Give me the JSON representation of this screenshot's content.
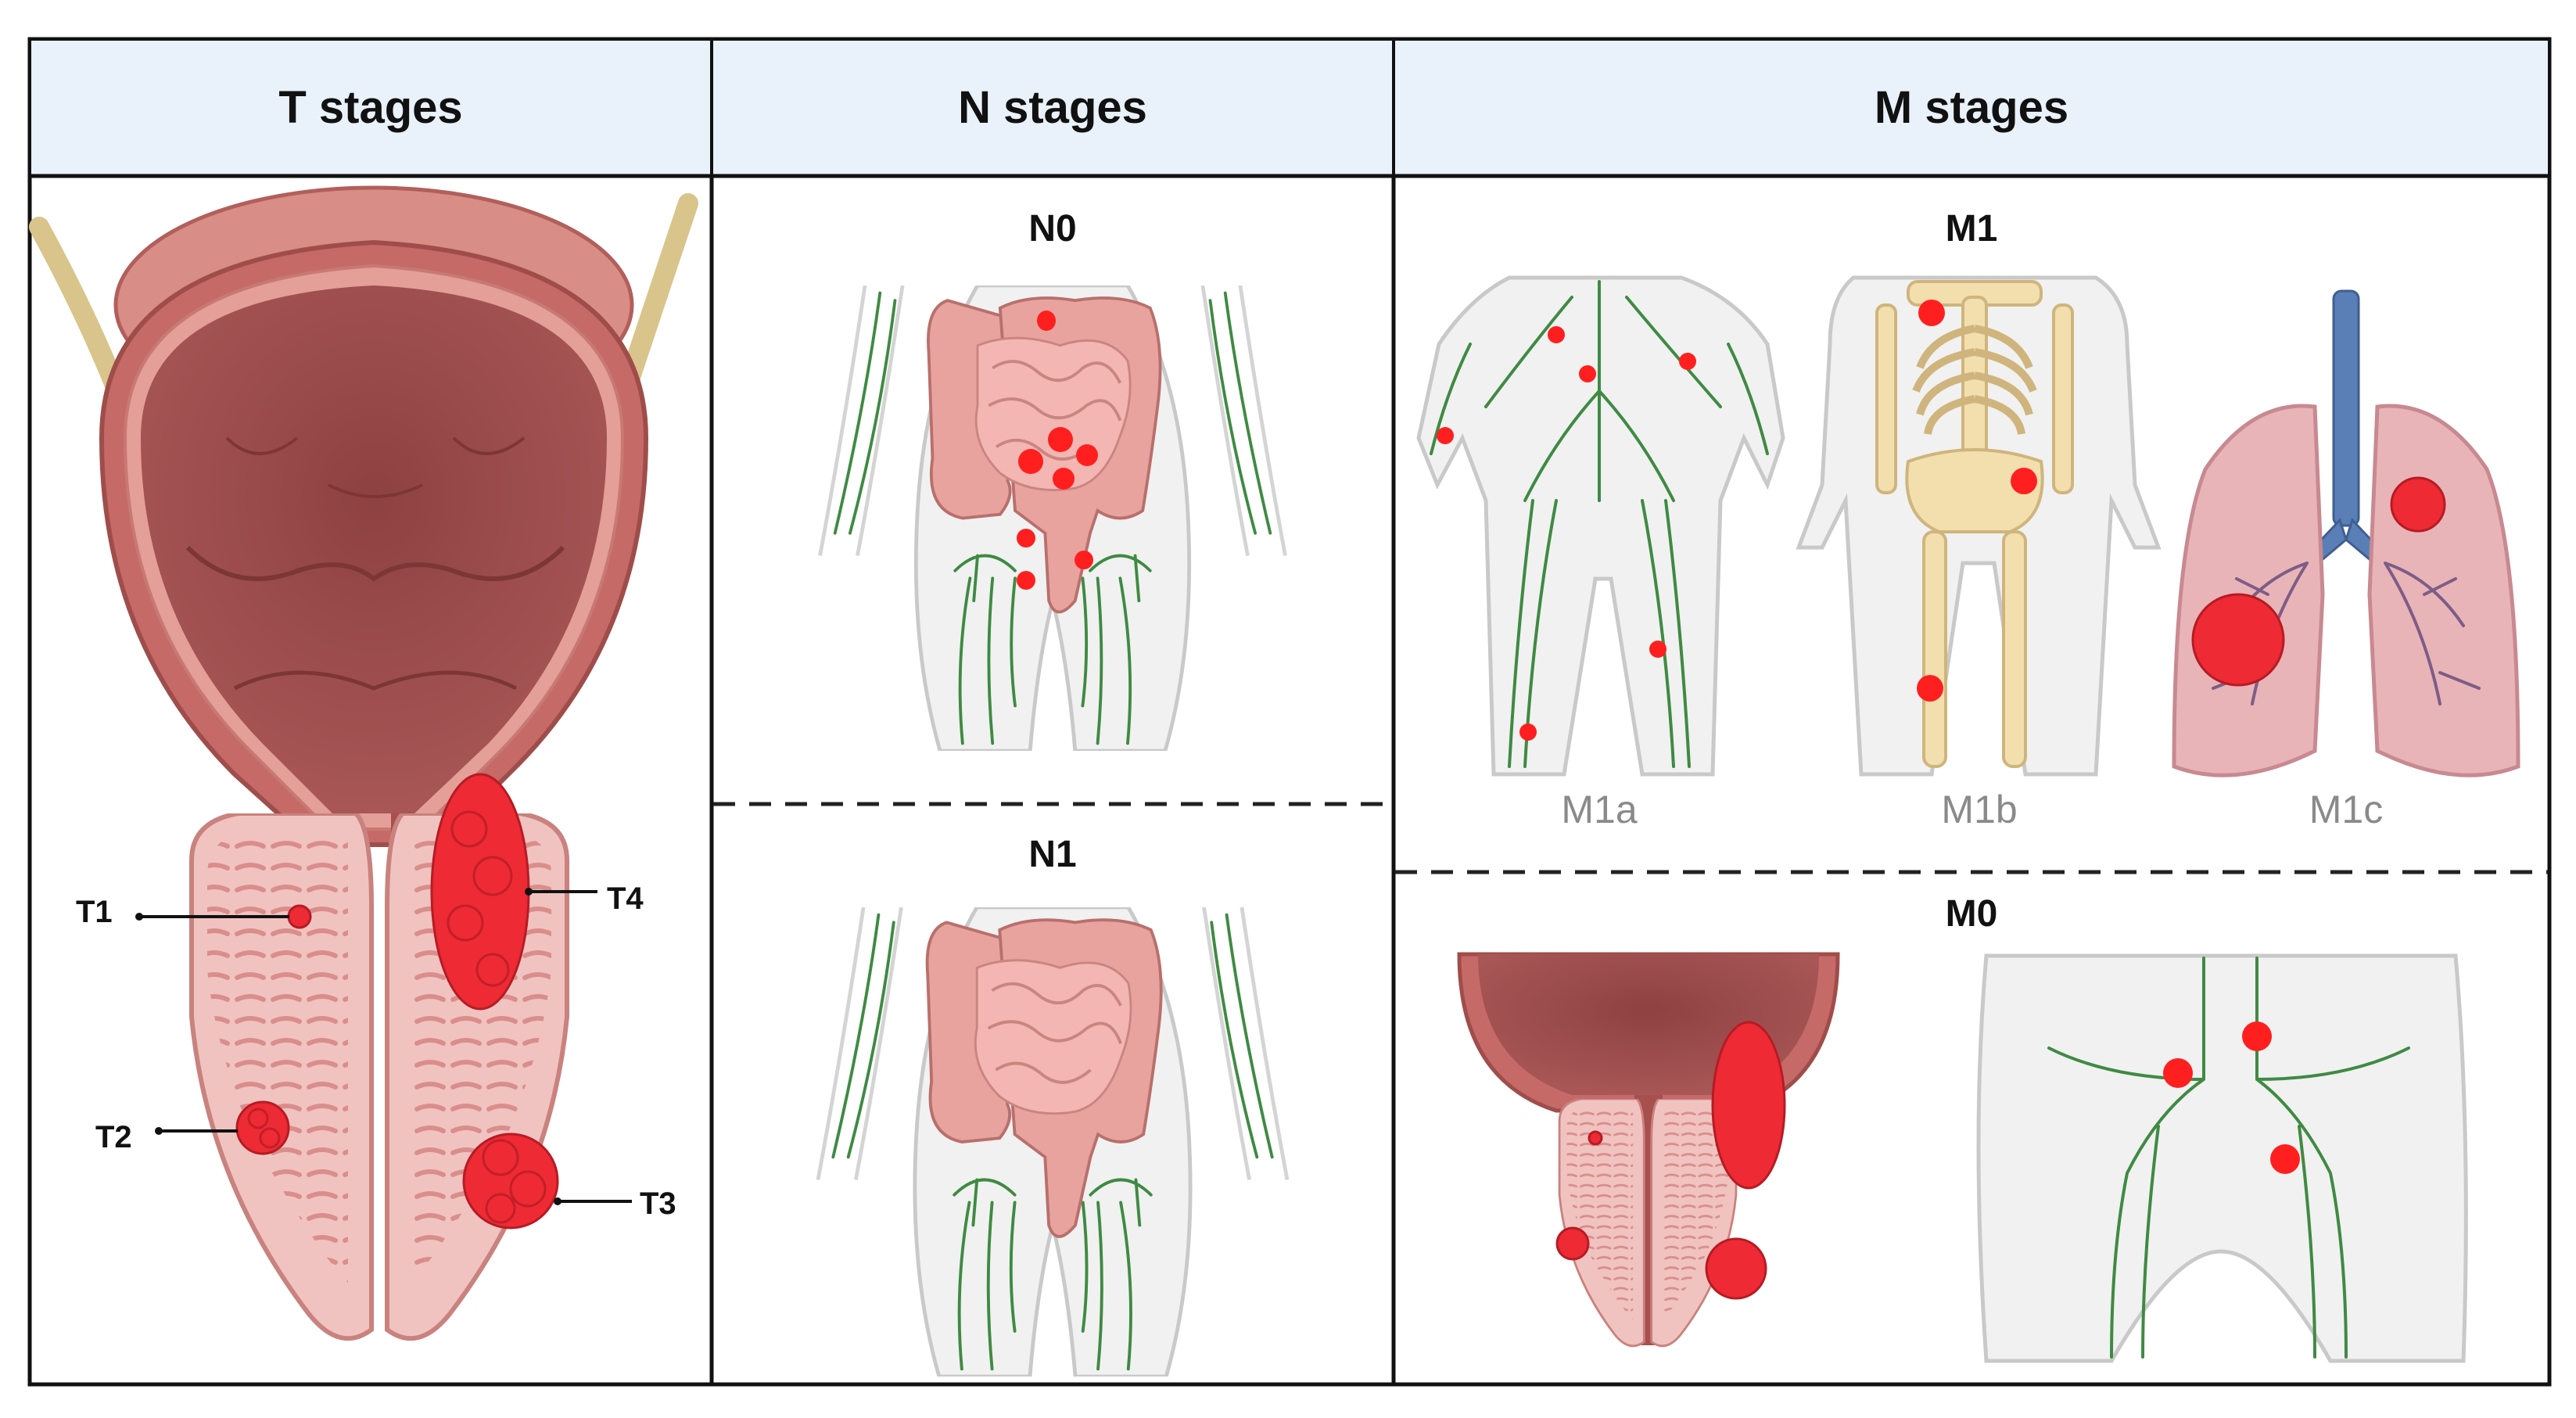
{
  "headers": {
    "t_stages": "T stages",
    "n_stages": "N stages",
    "m_stages": "M stages"
  },
  "t_panel": {
    "labels": [
      "T1",
      "T2",
      "T3",
      "T4"
    ]
  },
  "n_panel": {
    "top_title": "N0",
    "bottom_title": "N1"
  },
  "m_panel": {
    "top_title": "M1",
    "bottom_title": "M0",
    "sublabels": [
      "M1a",
      "M1b",
      "M1c"
    ]
  },
  "colors": {
    "header_fill": "#e9f1fa",
    "tumor": "#ee2a34",
    "lymph": "#3f8a43",
    "bladder_wall": "#c66a68",
    "bladder_lumen": "#9d4c4c",
    "prostate": "#f1c3c0"
  }
}
